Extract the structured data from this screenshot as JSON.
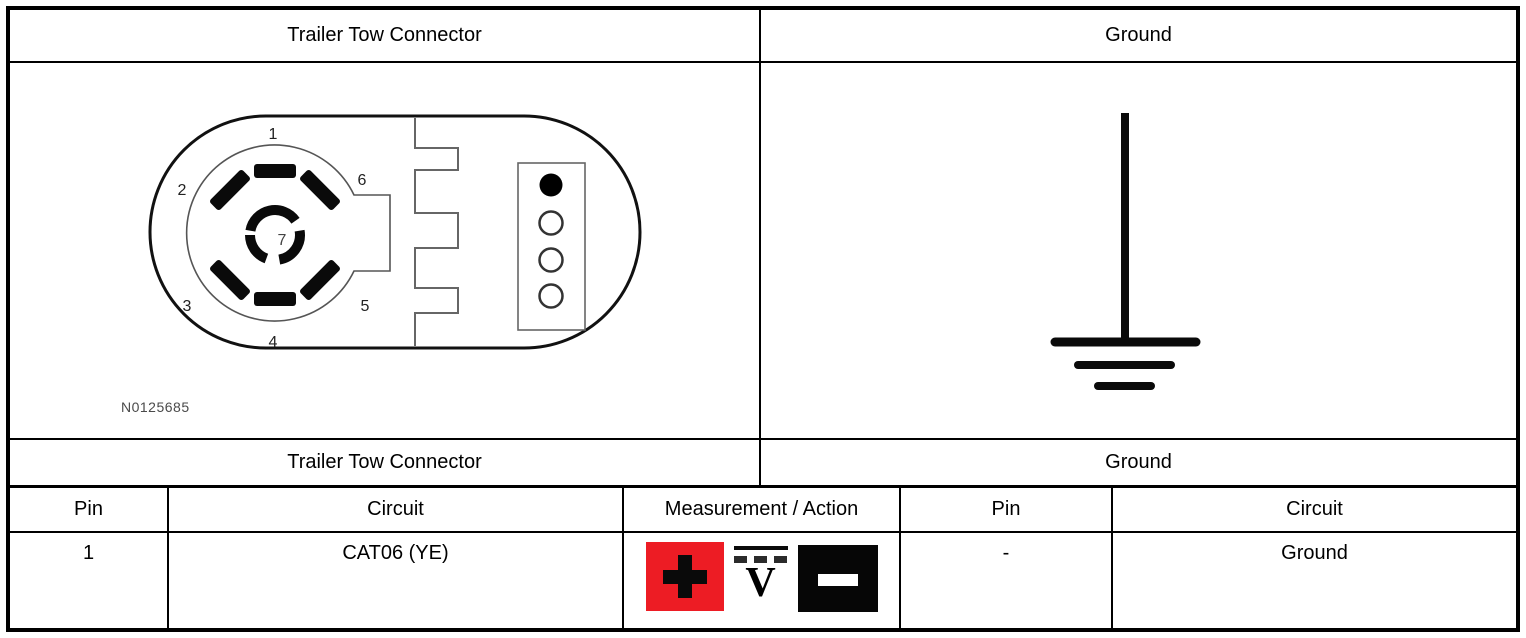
{
  "top_header": {
    "left": "Trailer Tow Connector",
    "right": "Ground"
  },
  "connector_diagram": {
    "caption": "N0125685",
    "pin_labels": [
      "1",
      "2",
      "3",
      "4",
      "5",
      "6",
      "7"
    ]
  },
  "ground_symbol": {
    "name": "earth-ground-symbol"
  },
  "section_header": {
    "left": "Trailer Tow Connector",
    "right": "Ground"
  },
  "columns": {
    "pin_left": "Pin",
    "circuit_left": "Circuit",
    "measurement": "Measurement / Action",
    "pin_right": "Pin",
    "circuit_right": "Circuit"
  },
  "rows": [
    {
      "left_pin": "1",
      "left_circuit": "CAT06 (YE)",
      "measurement": {
        "positive_lead": "plus-icon",
        "meter": "V",
        "negative_lead": "minus-icon"
      },
      "right_pin": "-",
      "right_circuit": "Ground"
    }
  ],
  "colors": {
    "positive_lead_bg": "#ED1C24",
    "negative_lead_bg": "#000000",
    "table_border": "#000000"
  }
}
